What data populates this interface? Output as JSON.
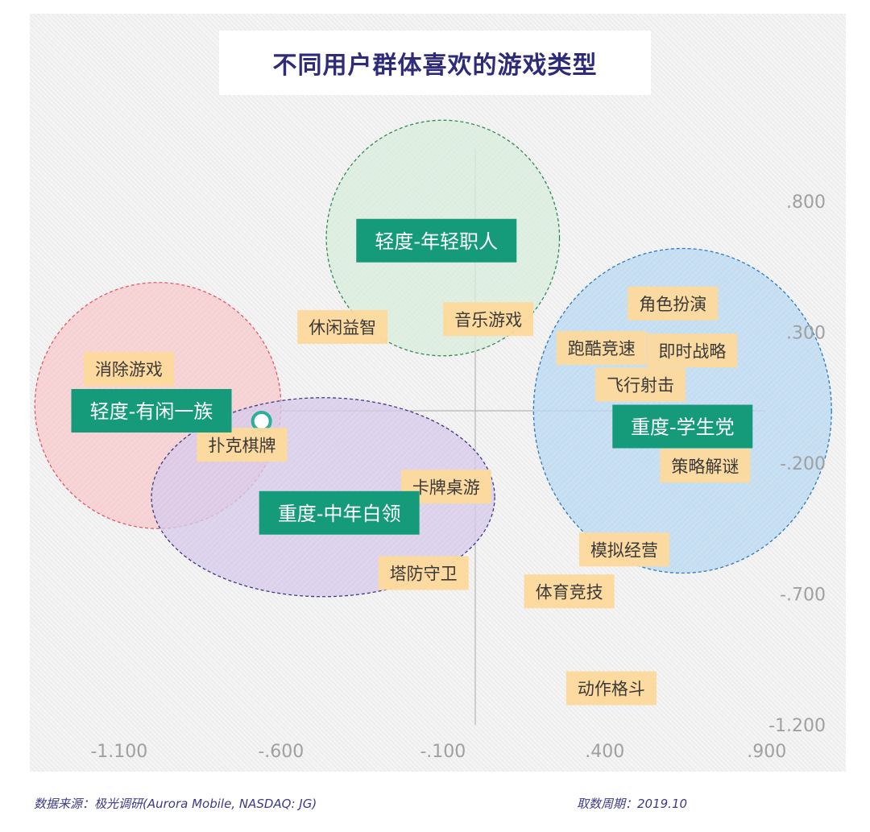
{
  "chart_data": {
    "type": "scatter",
    "title": "不同用户群体喜欢的游戏类型",
    "x_ticks": [
      ".900",
      ".400",
      "-.100",
      "-.600",
      "-1.100"
    ],
    "y_ticks": [
      ".800",
      ".300",
      "-.200",
      "-.700",
      "-1.200"
    ],
    "xlim": [
      -1.25,
      1.0
    ],
    "ylim": [
      -1.2,
      1.0
    ],
    "clusters": [
      {
        "name": "轻度-年轻职人",
        "center": [
          -0.1,
          0.66
        ],
        "rx": 0.36,
        "ry": 0.45,
        "fill": "#d8ecdc",
        "stroke": "#2e8b57"
      },
      {
        "name": "轻度-有闲一族",
        "center": [
          -0.98,
          0.02
        ],
        "rx": 0.38,
        "ry": 0.47,
        "fill": "#f8c9cb",
        "stroke": "#e05a66"
      },
      {
        "name": "重度-中年白领",
        "center": [
          -0.47,
          -0.33
        ],
        "rx": 0.53,
        "ry": 0.38,
        "fill": "#d6c9ea",
        "stroke": "#3a3a8c"
      },
      {
        "name": "重度-学生党",
        "center": [
          0.64,
          0.0
        ],
        "rx": 0.46,
        "ry": 0.62,
        "fill": "#b9d8f2",
        "stroke": "#2a7ac0"
      }
    ],
    "marker": {
      "point": [
        -0.66,
        -0.04
      ],
      "color": "#2ab09a"
    },
    "game_types": [
      {
        "label": "休闲益智",
        "x": -0.41,
        "y": 0.32
      },
      {
        "label": "音乐游戏",
        "x": 0.04,
        "y": 0.35
      },
      {
        "label": "消除游戏",
        "x": -1.07,
        "y": 0.16
      },
      {
        "label": "扑克棋牌",
        "x": -0.72,
        "y": -0.13
      },
      {
        "label": "卡牌桌游",
        "x": -0.09,
        "y": -0.29
      },
      {
        "label": "塔防守卫",
        "x": -0.16,
        "y": -0.62
      },
      {
        "label": "角色扮演",
        "x": 0.61,
        "y": 0.41
      },
      {
        "label": "跑酷竞速",
        "x": 0.39,
        "y": 0.24
      },
      {
        "label": "即时战略",
        "x": 0.67,
        "y": 0.23
      },
      {
        "label": "飞行射击",
        "x": 0.51,
        "y": 0.1
      },
      {
        "label": "策略解谜",
        "x": 0.71,
        "y": -0.21
      },
      {
        "label": "模拟经营",
        "x": 0.46,
        "y": -0.53
      },
      {
        "label": "体育竞技",
        "x": 0.29,
        "y": -0.69
      },
      {
        "label": "动作格斗",
        "x": 0.42,
        "y": -1.06
      }
    ],
    "grid": false,
    "legend": "none"
  },
  "footer": {
    "source": "数据来源：极光调研(Aurora Mobile, NASDAQ: JG)",
    "period": "取数周期：2019.10"
  },
  "colors": {
    "title": "#2d2b7a",
    "label_bg": "#fdd99b",
    "cluster_label_bg": "#159a7a",
    "axis_text": "#999999"
  }
}
